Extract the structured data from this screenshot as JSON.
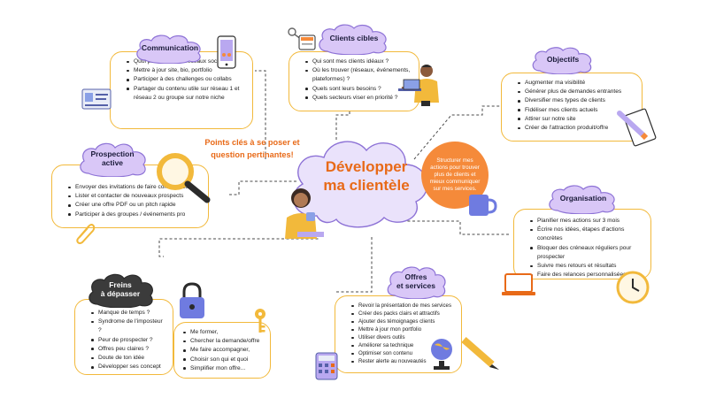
{
  "central": {
    "title_line1": "Développer",
    "title_line2": "ma clientèle"
  },
  "tagline": {
    "line1": "Points clés à se poser et",
    "line2": "question pertinantes!"
  },
  "highlight": "Structurer mes actions pour trouver plus de clients et mieux communiquer sur mes services.",
  "communication": {
    "title": "Communication",
    "items": [
      "Quoi publier sur les réseaux sociaux ?",
      "Mettre à jour site, bio, portfolio",
      "Participer à des challenges ou collabs",
      "Partager du contenu utile sur réseau 1 et réseau 2 ou groupe sur notre niche"
    ]
  },
  "clients": {
    "title": "Clients cibles",
    "items": [
      "Qui sont mes clients idéaux ?",
      "Où les trouver (réseaux, événements, plateformes) ?",
      "Quels sont leurs besoins ?",
      "Quels secteurs viser en priorité ?"
    ]
  },
  "objectifs": {
    "title": "Objectifs",
    "items": [
      "Augmenter ma visibilité",
      "Générer plus de demandes entrantes",
      "Diversifier mes types de clients",
      "Fidéliser mes clients actuels",
      "Attirer sur notre site",
      "Créer de l'attraction produit/offre"
    ]
  },
  "prospection": {
    "title_line1": "Prospection",
    "title_line2": "active",
    "items": [
      "Envoyer des invitations de faire comme nous",
      "Lister et contacter de nouveaux prospects",
      "Créer une offre PDF ou un pitch rapide",
      "Participer à des groupes / événements pro"
    ]
  },
  "organisation": {
    "title": "Organisation",
    "items": [
      "Planifier mes actions sur 3 mois",
      "Écrire nos idées, étapes d'actions concrètes",
      "Bloquer des créneaux réguliers pour prospecter",
      "Suivre mes retours et résultats",
      "Faire des relances personnalisées"
    ]
  },
  "freins": {
    "title_line1": "Freins",
    "title_line2": "à dépasser",
    "items": [
      "Manque de temps ?",
      "Syndrome de l'imposteur ?",
      "Peur de prospecter ?",
      "Offres peu claires ?",
      "Doute de ton idée",
      "Développer ses concept"
    ],
    "solutions": [
      "Me former,",
      "Chercher la demande/offre",
      "Me faire accompagner,",
      "Choisir son qui et quoi",
      "Simplifier mon offre..."
    ]
  },
  "offres": {
    "title_line1": "Offres",
    "title_line2": "et services",
    "items": [
      "Revoir la présentation de mes services",
      "Créer des packs clairs et attractifs",
      "Ajouter des témoignages clients",
      "Mettre à jour mon portfolio",
      "Utiliser divers outils",
      "Améliorer sa technique",
      "Optimiser son contenu",
      "Rester alerte au nouveautés"
    ]
  },
  "colors": {
    "accent": "#e86a18",
    "box_border": "#f2b93b",
    "cloud_fill": "#d9c7f7",
    "cloud_stroke": "#8d72d6",
    "dark_cloud": "#3b3b3b",
    "circle": "#f58a3a"
  },
  "icons": [
    "phone-icon",
    "id-card-icon",
    "id-badge-icon",
    "man-with-laptop-icon",
    "clipboard-pencil-icon",
    "magnifier-icon",
    "paperclip-icon",
    "woman-with-mug-icon",
    "mug-icon",
    "clock-icon",
    "laptop-icon",
    "padlock-icon",
    "key-icon",
    "globe-icon",
    "pencil-icon",
    "calculator-icon"
  ]
}
